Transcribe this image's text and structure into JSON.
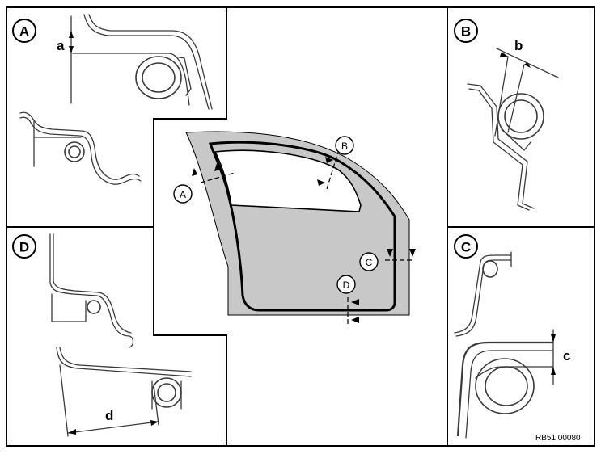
{
  "panels": {
    "A": {
      "label": "A",
      "dimension": "a"
    },
    "B": {
      "label": "B",
      "dimension": "b"
    },
    "C": {
      "label": "C",
      "dimension": "c"
    },
    "D": {
      "label": "D",
      "dimension": "d"
    }
  },
  "door_markers": {
    "A": "A",
    "B": "B",
    "C": "C",
    "D": "D"
  },
  "reference_code": "RB51 00080",
  "colors": {
    "door_fill": "#c8c8c8",
    "line": "#3a3a3a",
    "frame": "#000000"
  }
}
